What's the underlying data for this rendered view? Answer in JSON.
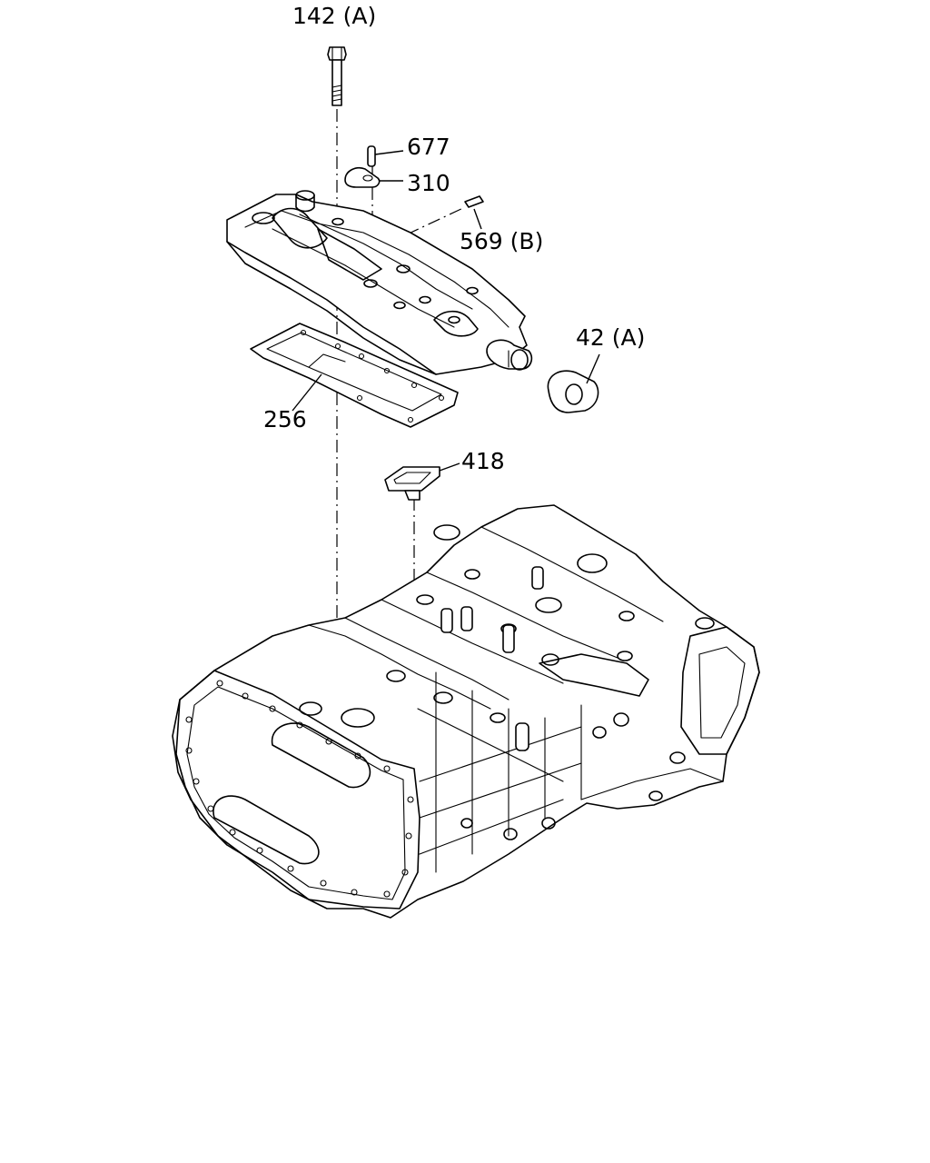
{
  "diagram": {
    "type": "exploded-parts-diagram",
    "callouts": [
      {
        "id": "bolt",
        "label": "142 (A)"
      },
      {
        "id": "pin-677",
        "label": "677"
      },
      {
        "id": "lever-310",
        "label": "310"
      },
      {
        "id": "pin-569",
        "label": "569 (B)"
      },
      {
        "id": "plug-42",
        "label": "42 (A)"
      },
      {
        "id": "gasket-256",
        "label": "256"
      },
      {
        "id": "bracket-418",
        "label": "418"
      }
    ],
    "parts": [
      {
        "name": "bolt-icon"
      },
      {
        "name": "pin-icon"
      },
      {
        "name": "lever-icon"
      },
      {
        "name": "dowel-pin-icon"
      },
      {
        "name": "shift-cover-housing-icon"
      },
      {
        "name": "ring-plug-icon"
      },
      {
        "name": "gasket-icon"
      },
      {
        "name": "bracket-icon"
      },
      {
        "name": "transmission-case-icon"
      }
    ]
  }
}
